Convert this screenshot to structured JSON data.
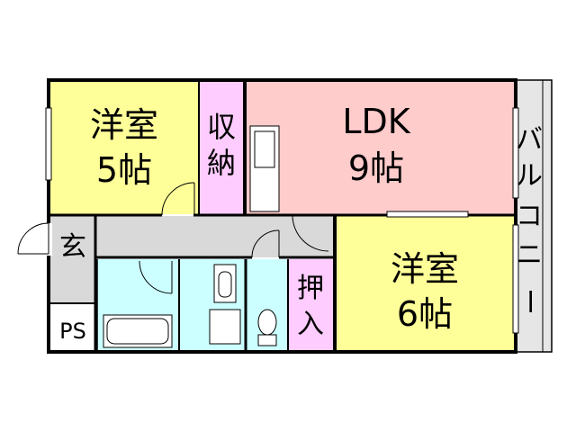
{
  "rooms": {
    "western_room_5": {
      "name": "洋室",
      "size": "5帖"
    },
    "storage": {
      "line1": "収",
      "line2": "納"
    },
    "ldk": {
      "name": "LDK",
      "size": "9帖"
    },
    "balcony": {
      "chars": [
        "バ",
        "ル",
        "コ",
        "ニ",
        "ー"
      ]
    },
    "entrance": {
      "name": "玄"
    },
    "ps": {
      "name": "PS"
    },
    "closet": {
      "line1": "押",
      "line2": "入"
    },
    "western_room_6": {
      "name": "洋室",
      "size": "6帖"
    }
  },
  "colors": {
    "western_room": "#ffff99",
    "storage": "#ffccff",
    "ldk": "#ffcccc",
    "balcony": "#e6e6e6",
    "corridor": "#d9d9d9",
    "wet_area": "#ccffff",
    "wall": "#000000"
  }
}
